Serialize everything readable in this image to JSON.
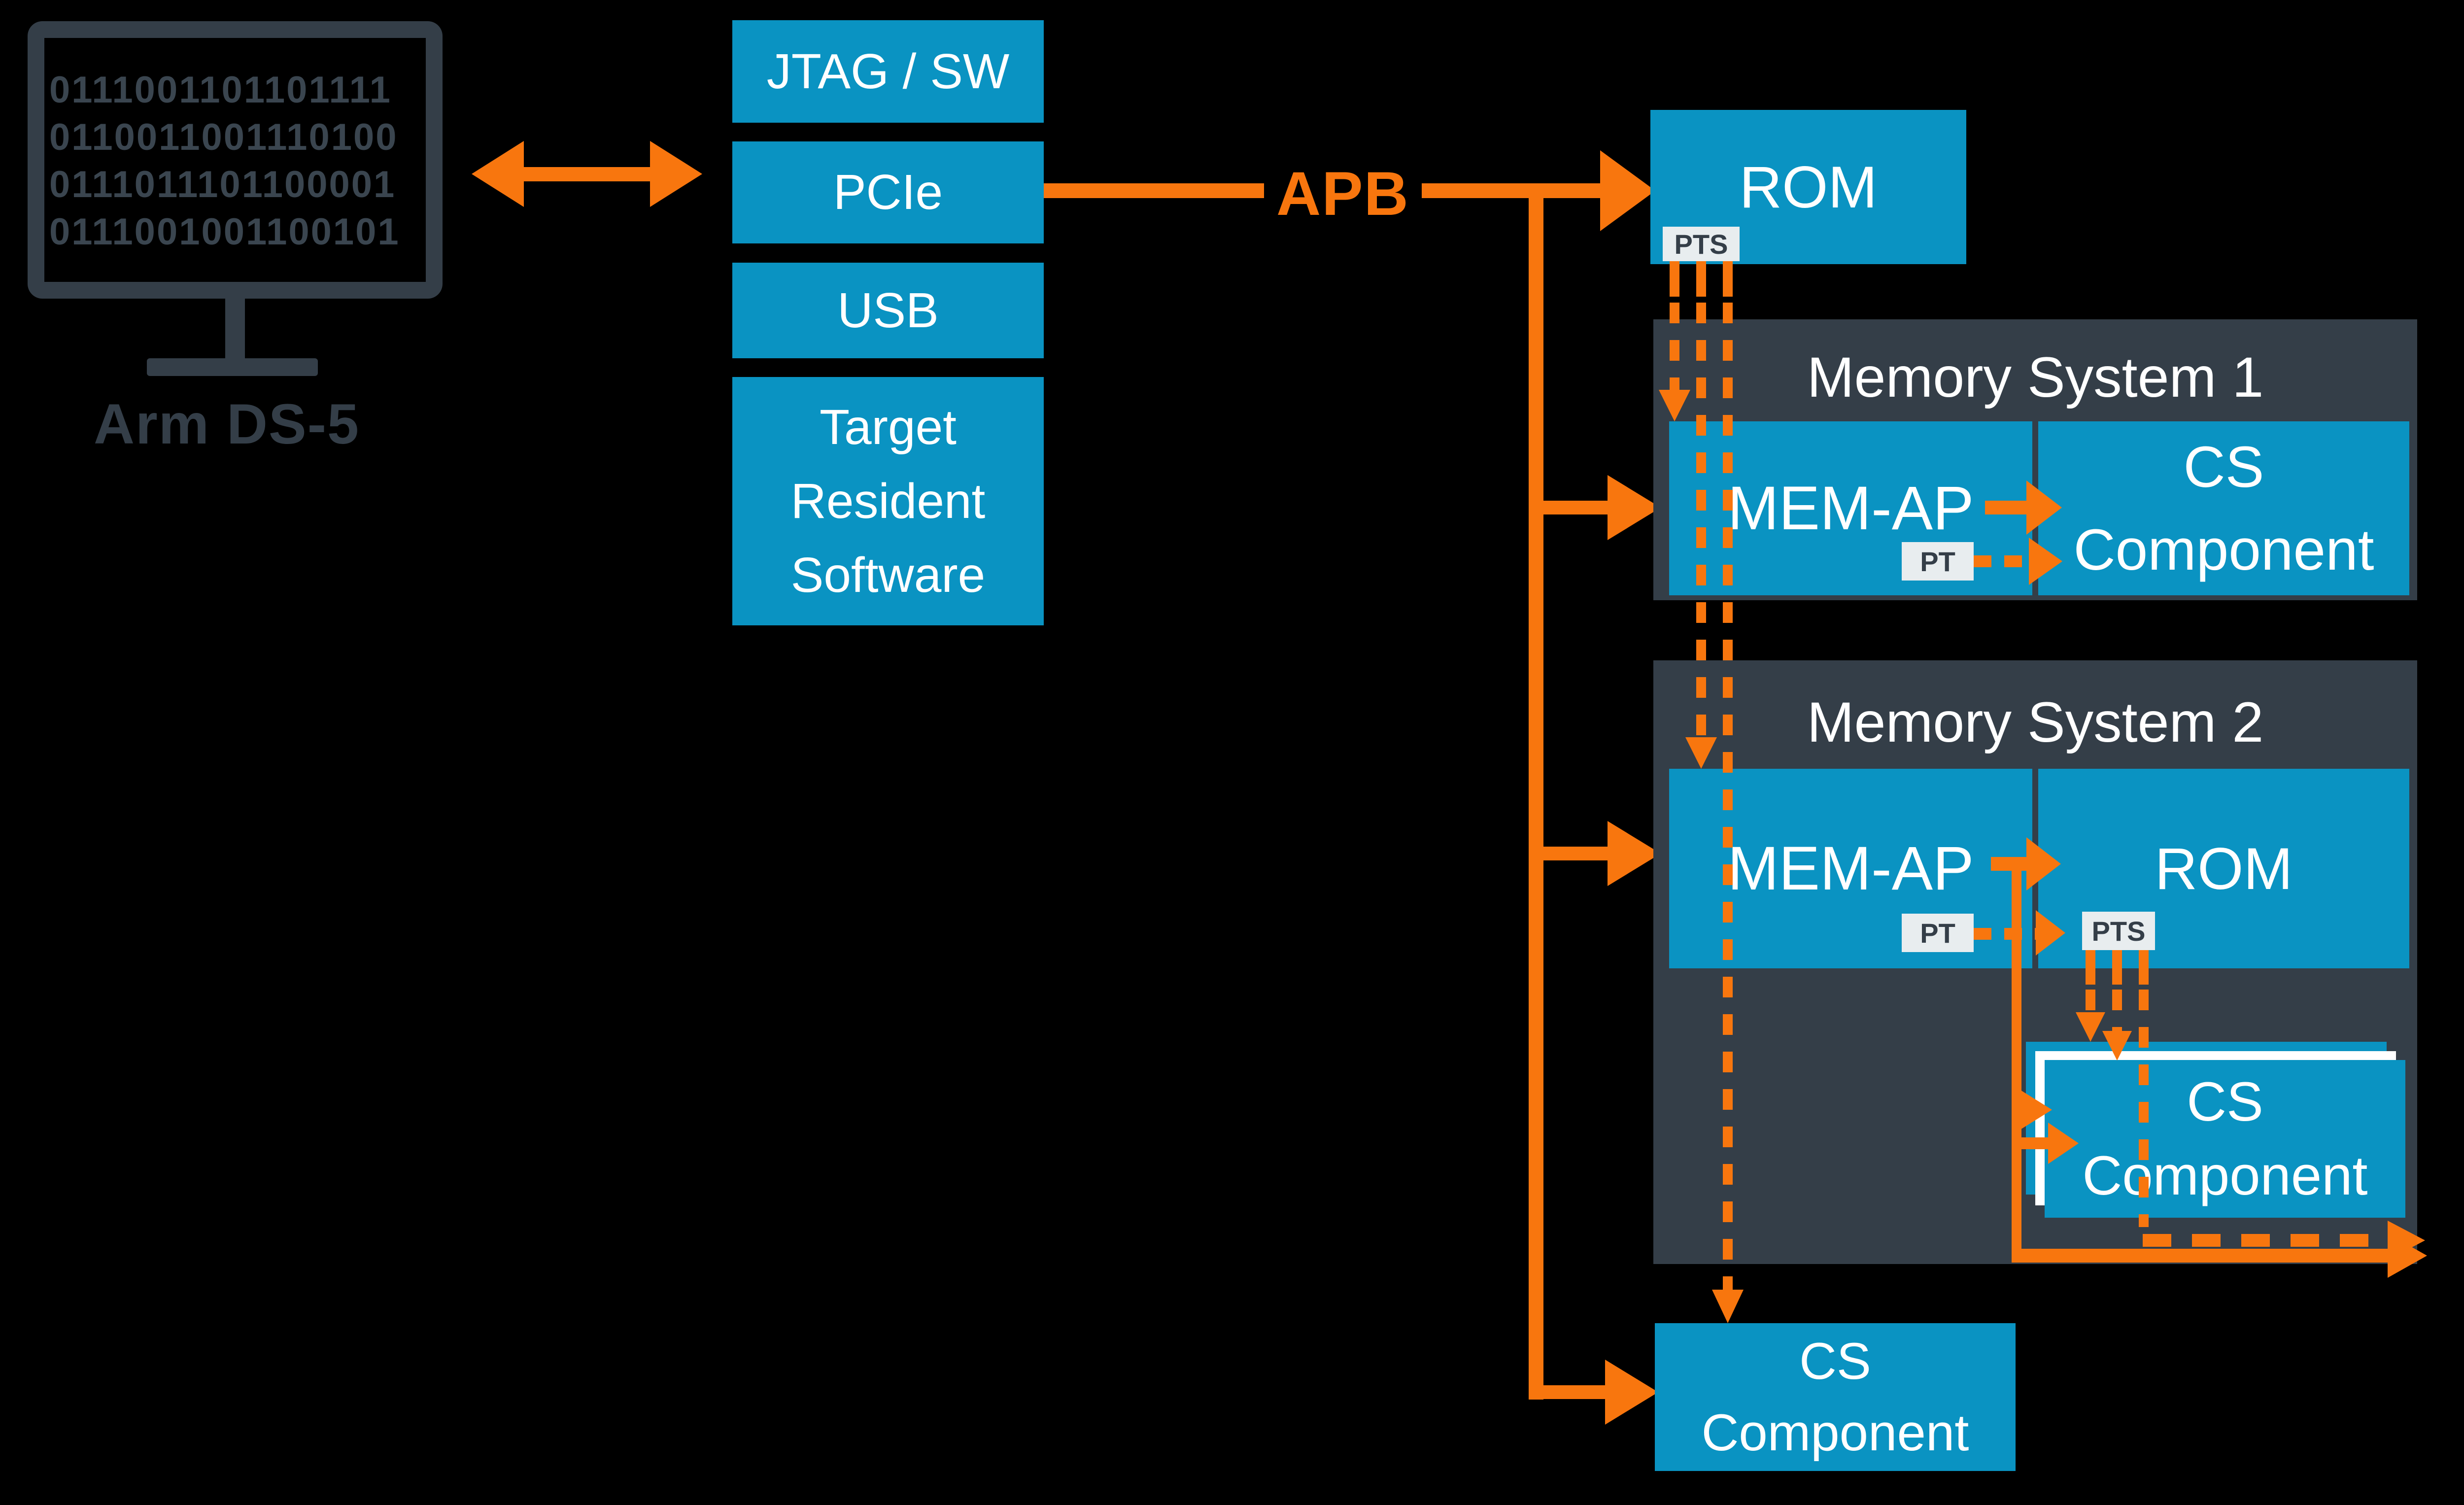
{
  "colors": {
    "background": "#000000",
    "box_blue": "#0a93c2",
    "container_dark": "#343e48",
    "accent_orange": "#f8760e",
    "tag_background": "#e8edef",
    "text_white": "#ffffff"
  },
  "monitor": {
    "label": "Arm DS-5",
    "binary_lines": [
      "0111001101101111",
      "0110011001110100",
      "0111011101100001",
      "0111001001100101"
    ]
  },
  "host": {
    "jtag": "JTAG / SW",
    "pcie": "PCIe",
    "usb": "USB",
    "trs": "Target Resident Software"
  },
  "bus": {
    "apb_label": "APB"
  },
  "rom": {
    "label": "ROM",
    "pts_tag": "PTS"
  },
  "ms1": {
    "title": "Memory System 1",
    "mem_ap": "MEM-AP",
    "pt_tag": "PT",
    "cs_component": "CS Component"
  },
  "ms2": {
    "title": "Memory System 2",
    "mem_ap": "MEM-AP",
    "pt_tag": "PT",
    "rom": "ROM",
    "pts_tag": "PTS",
    "cs_component": "CS Component"
  },
  "bottom_cs": {
    "label": "CS Component"
  }
}
